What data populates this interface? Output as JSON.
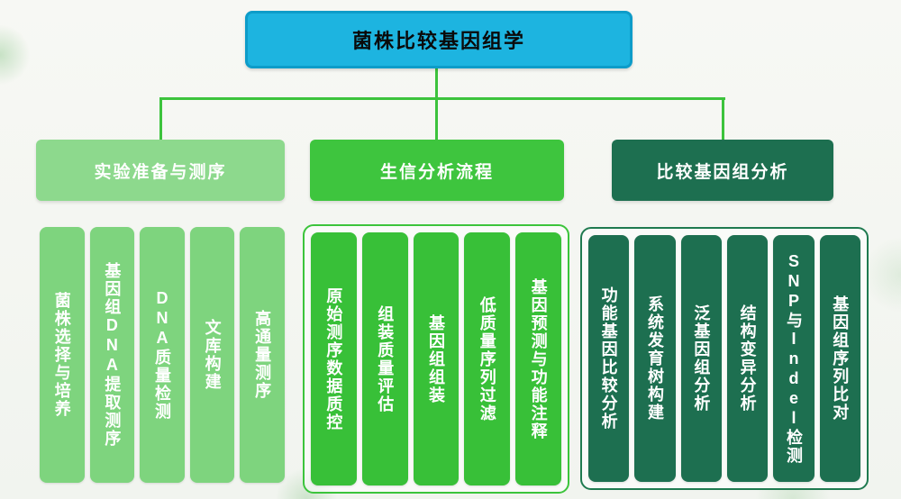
{
  "diagram": {
    "title": "菌株比较基因组学",
    "colors": {
      "title_fill": "#1db4e0",
      "title_border": "#0d9cc9",
      "connector": "#3cc33c",
      "branch1": "#8dd98d",
      "branch1_items": "#7ed47e",
      "branch2": "#3ec53e",
      "branch2_items": "#38c038",
      "branch3": "#1d6f50",
      "branch3_items": "#1d6f50"
    },
    "branches": [
      {
        "label": "实验准备与测序",
        "items": [
          "菌株选择与培养",
          "基因组DNA提取测序",
          "DNA质量检测",
          "文库构建",
          "高通量测序"
        ]
      },
      {
        "label": "生信分析流程",
        "items": [
          "原始测序数据质控",
          "组装质量评估",
          "基因组组装",
          "低质量序列过滤",
          "基因预测与功能注释"
        ]
      },
      {
        "label": "比较基因组分析",
        "items": [
          "功能基因比较分析",
          "系统发育树构建",
          "泛基因组分析",
          "结构变异分析",
          "SNP与Indel检测",
          "基因组序列比对"
        ]
      }
    ]
  }
}
